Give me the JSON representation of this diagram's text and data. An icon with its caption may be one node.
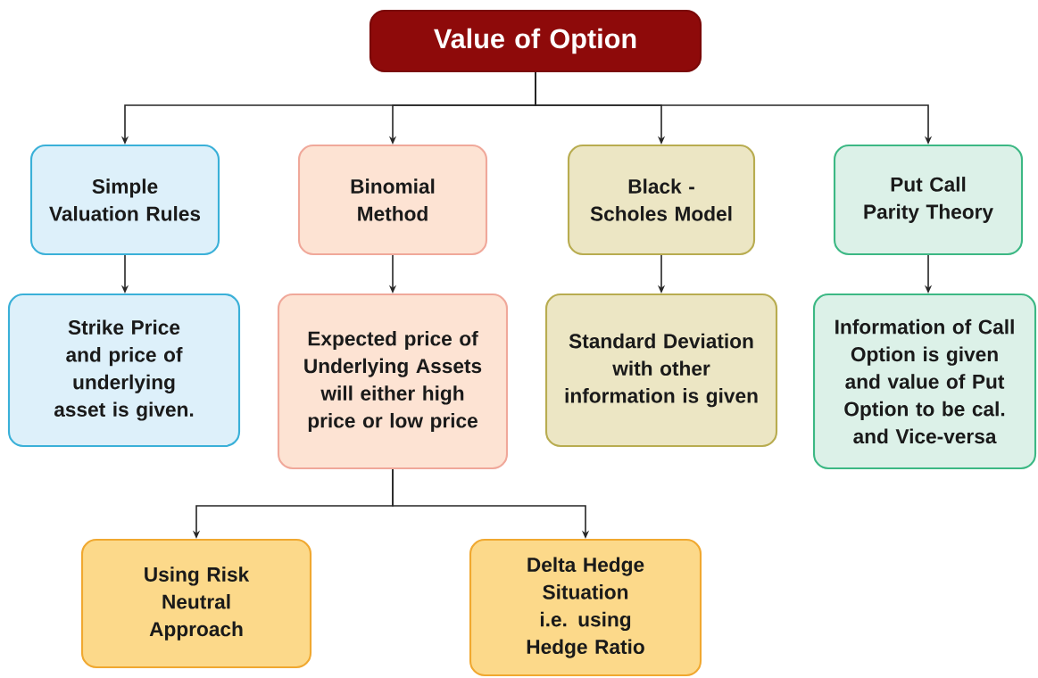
{
  "diagram": {
    "nodes": [
      {
        "text": [
          "Value of Option"
        ]
      },
      {
        "text": [
          "Simple Valuation Rules"
        ]
      },
      {
        "text": [
          "Binomial Method"
        ]
      },
      {
        "text": [
          "Black - Scholes Model"
        ]
      },
      {
        "text": [
          "Put Call Parity Theory"
        ]
      },
      {
        "text": [
          "Strike Price and price of underlying asset is given."
        ]
      },
      {
        "text": [
          "Expected price of Underlying Assets will either high price or low price"
        ]
      },
      {
        "text": [
          "Standard Deviation with other information is given"
        ]
      },
      {
        "text": [
          "Information of Call Option is given and value of Put Option to be cal. and Vice-versa"
        ]
      },
      {
        "text": [
          "Using Risk Neutral Approach"
        ]
      },
      {
        "text": [
          "Delta Hedge Situation i.e. using Hedge Ratio"
        ]
      }
    ],
    "edges": [
      {
        "from": 0,
        "to": 1,
        "arrow": "to"
      },
      {
        "from": 0,
        "to": 2,
        "arrow": "to"
      },
      {
        "from": 0,
        "to": 3,
        "arrow": "to"
      },
      {
        "from": 0,
        "to": 4,
        "arrow": "to"
      },
      {
        "from": 1,
        "to": 5,
        "arrow": "to"
      },
      {
        "from": 2,
        "to": 6,
        "arrow": "to"
      },
      {
        "from": 3,
        "to": 7,
        "arrow": "to"
      },
      {
        "from": 4,
        "to": 8,
        "arrow": "to"
      },
      {
        "from": 6,
        "to": 9,
        "arrow": "to"
      },
      {
        "from": 6,
        "to": 10,
        "arrow": "to"
      }
    ]
  }
}
